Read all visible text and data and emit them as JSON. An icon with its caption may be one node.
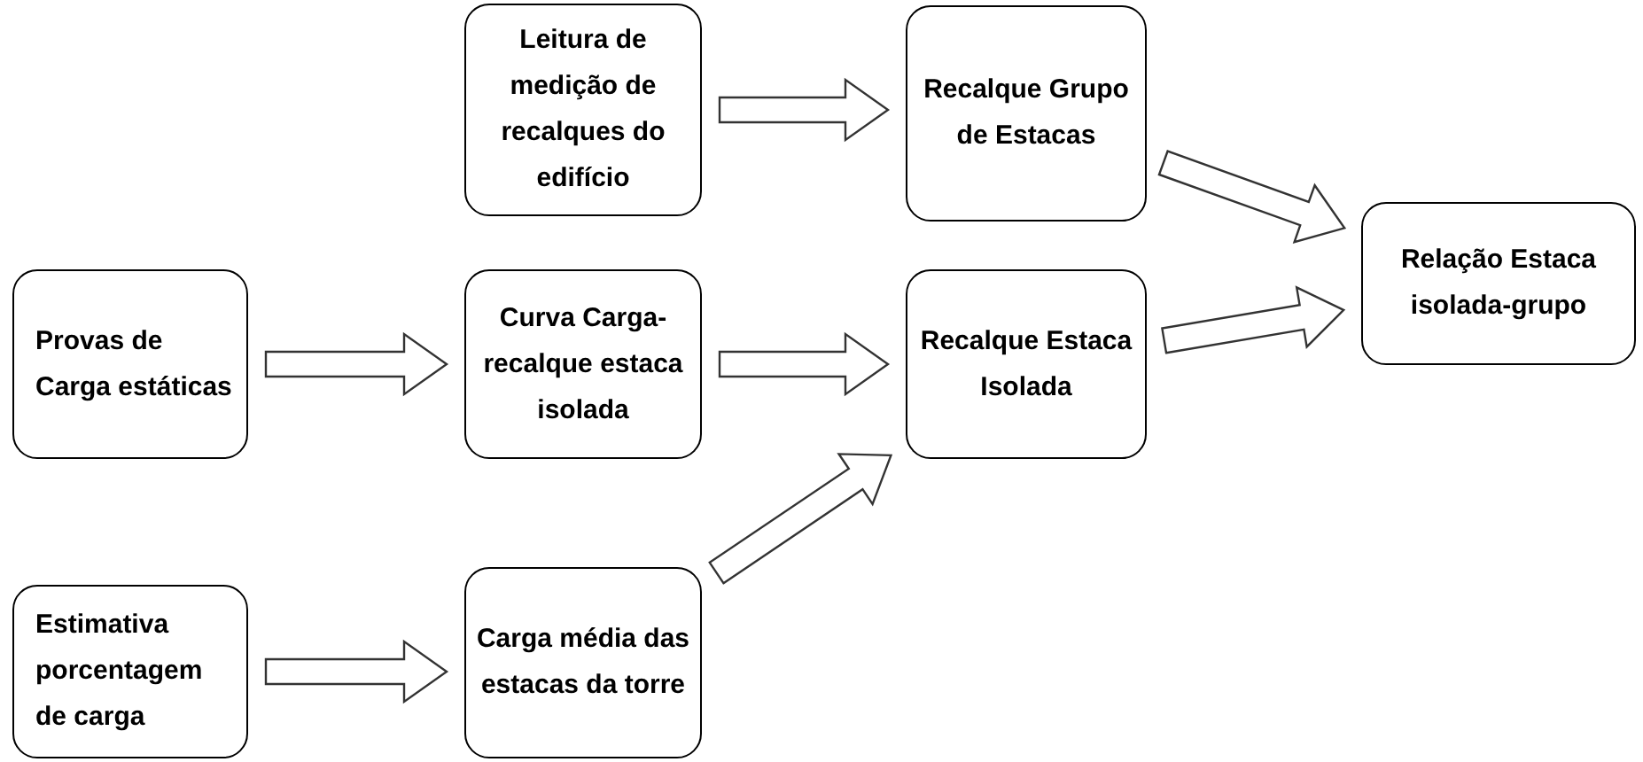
{
  "diagram": {
    "nodes": [
      {
        "text": [
          "Leitura de medição de recalques do edifício"
        ]
      },
      {
        "text": [
          "Recalque Grupo de Estacas"
        ]
      },
      {
        "text": [
          "Relação Estaca isolada-grupo"
        ]
      },
      {
        "text": [
          "Provas de Carga estáticas"
        ]
      },
      {
        "text": [
          "Curva Carga-recalque estaca isolada"
        ]
      },
      {
        "text": [
          "Recalque Estaca Isolada"
        ]
      },
      {
        "text": [
          "Estimativa porcentagem de carga"
        ]
      },
      {
        "text": [
          "Carga média das estacas da torre"
        ]
      }
    ],
    "edges": [
      {
        "from": 0,
        "to": 1,
        "arrow": "to"
      },
      {
        "from": 3,
        "to": 4,
        "arrow": "to"
      },
      {
        "from": 4,
        "to": 5,
        "arrow": "to"
      },
      {
        "from": 1,
        "to": 2,
        "arrow": "to"
      },
      {
        "from": 5,
        "to": 2,
        "arrow": "to"
      },
      {
        "from": 7,
        "to": 5,
        "arrow": "to"
      },
      {
        "from": 6,
        "to": 7,
        "arrow": "to"
      }
    ]
  }
}
